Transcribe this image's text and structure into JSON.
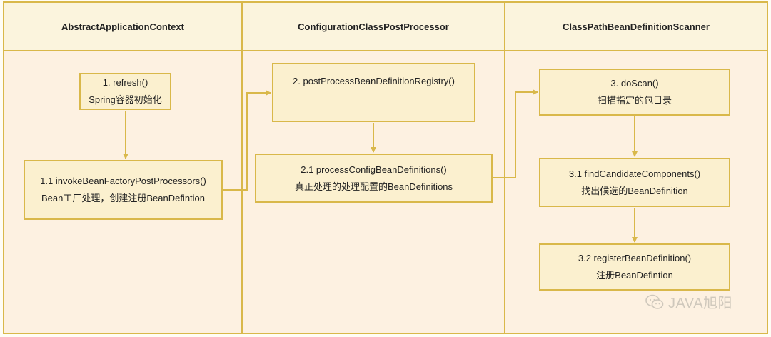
{
  "lanes": [
    {
      "title": "AbstractApplicationContext"
    },
    {
      "title": "ConfigurationClassPostProcessor"
    },
    {
      "title": "ClassPathBeanDefinitionScanner"
    }
  ],
  "boxes": {
    "refresh": {
      "line1": "1. refresh()",
      "line2": "Spring容器初始化"
    },
    "invoke": {
      "line1": "1.1 invokeBeanFactoryPostProcessors()",
      "line2": "Bean工厂处理，创建注册BeanDefintion"
    },
    "postProcess": {
      "line1": "2. postProcessBeanDefinitionRegistry()"
    },
    "processConfig": {
      "line1": "2.1 processConfigBeanDefinitions()",
      "line2": "真正处理的处理配置的BeanDefinitions"
    },
    "doScan": {
      "line1": "3. doScan()",
      "line2": "扫描指定的包目录"
    },
    "findCandidate": {
      "line1": "3.1 findCandidateComponents()",
      "line2": "找出候选的BeanDefinition"
    },
    "register": {
      "line1": "3.2 registerBeanDefinition()",
      "line2": "注册BeanDefintion"
    }
  },
  "watermark": {
    "text": "JAVA旭阳",
    "icon": "wechat-icon"
  },
  "colors": {
    "border": "#d9b84a",
    "box_fill": "#fbf0cf",
    "lane_fill": "#fdf1e1",
    "header_fill": "#fbf4dd"
  }
}
